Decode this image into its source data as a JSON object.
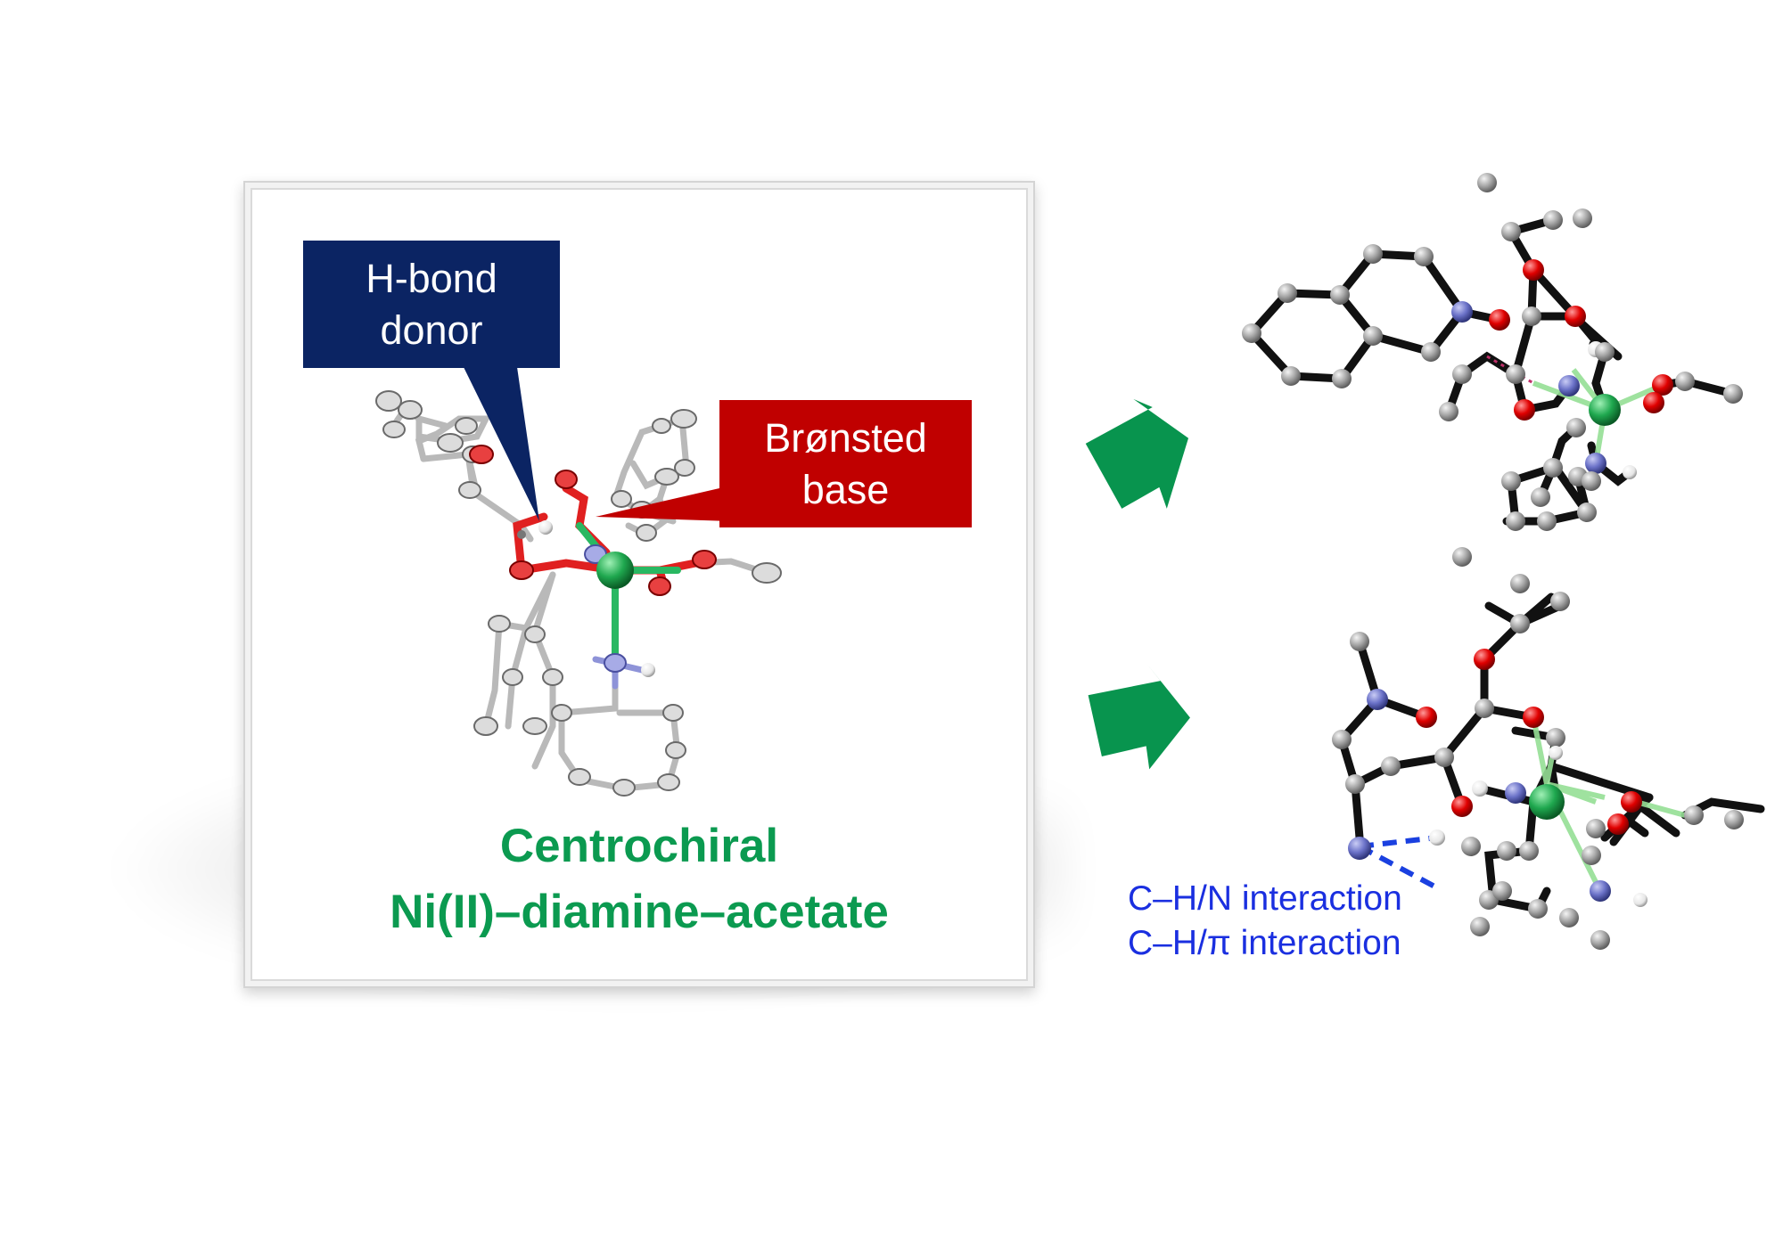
{
  "callouts": {
    "hbond_donor": {
      "line1": "H-bond",
      "line2": "donor",
      "color": "#0b2463"
    },
    "bronsted_base": {
      "line1": "Brønsted",
      "line2": "base",
      "color": "#c00000"
    }
  },
  "caption": {
    "line1": "Centrochiral",
    "line2": "Ni(II)–diamine–acetate",
    "color": "#0b9a50"
  },
  "interactions": {
    "line1": "C–H/N interaction",
    "line2": "C–H/π interaction",
    "color": "#1a2fe0"
  },
  "arrows": {
    "color": "#08944e",
    "count": 2
  },
  "atom_colors": {
    "carbon": "#9a9a9a",
    "oxygen": "#d50000",
    "nitrogen": "#6b72c8",
    "nickel": "#1fa84f",
    "hydrogen": "#f0f0f0"
  }
}
